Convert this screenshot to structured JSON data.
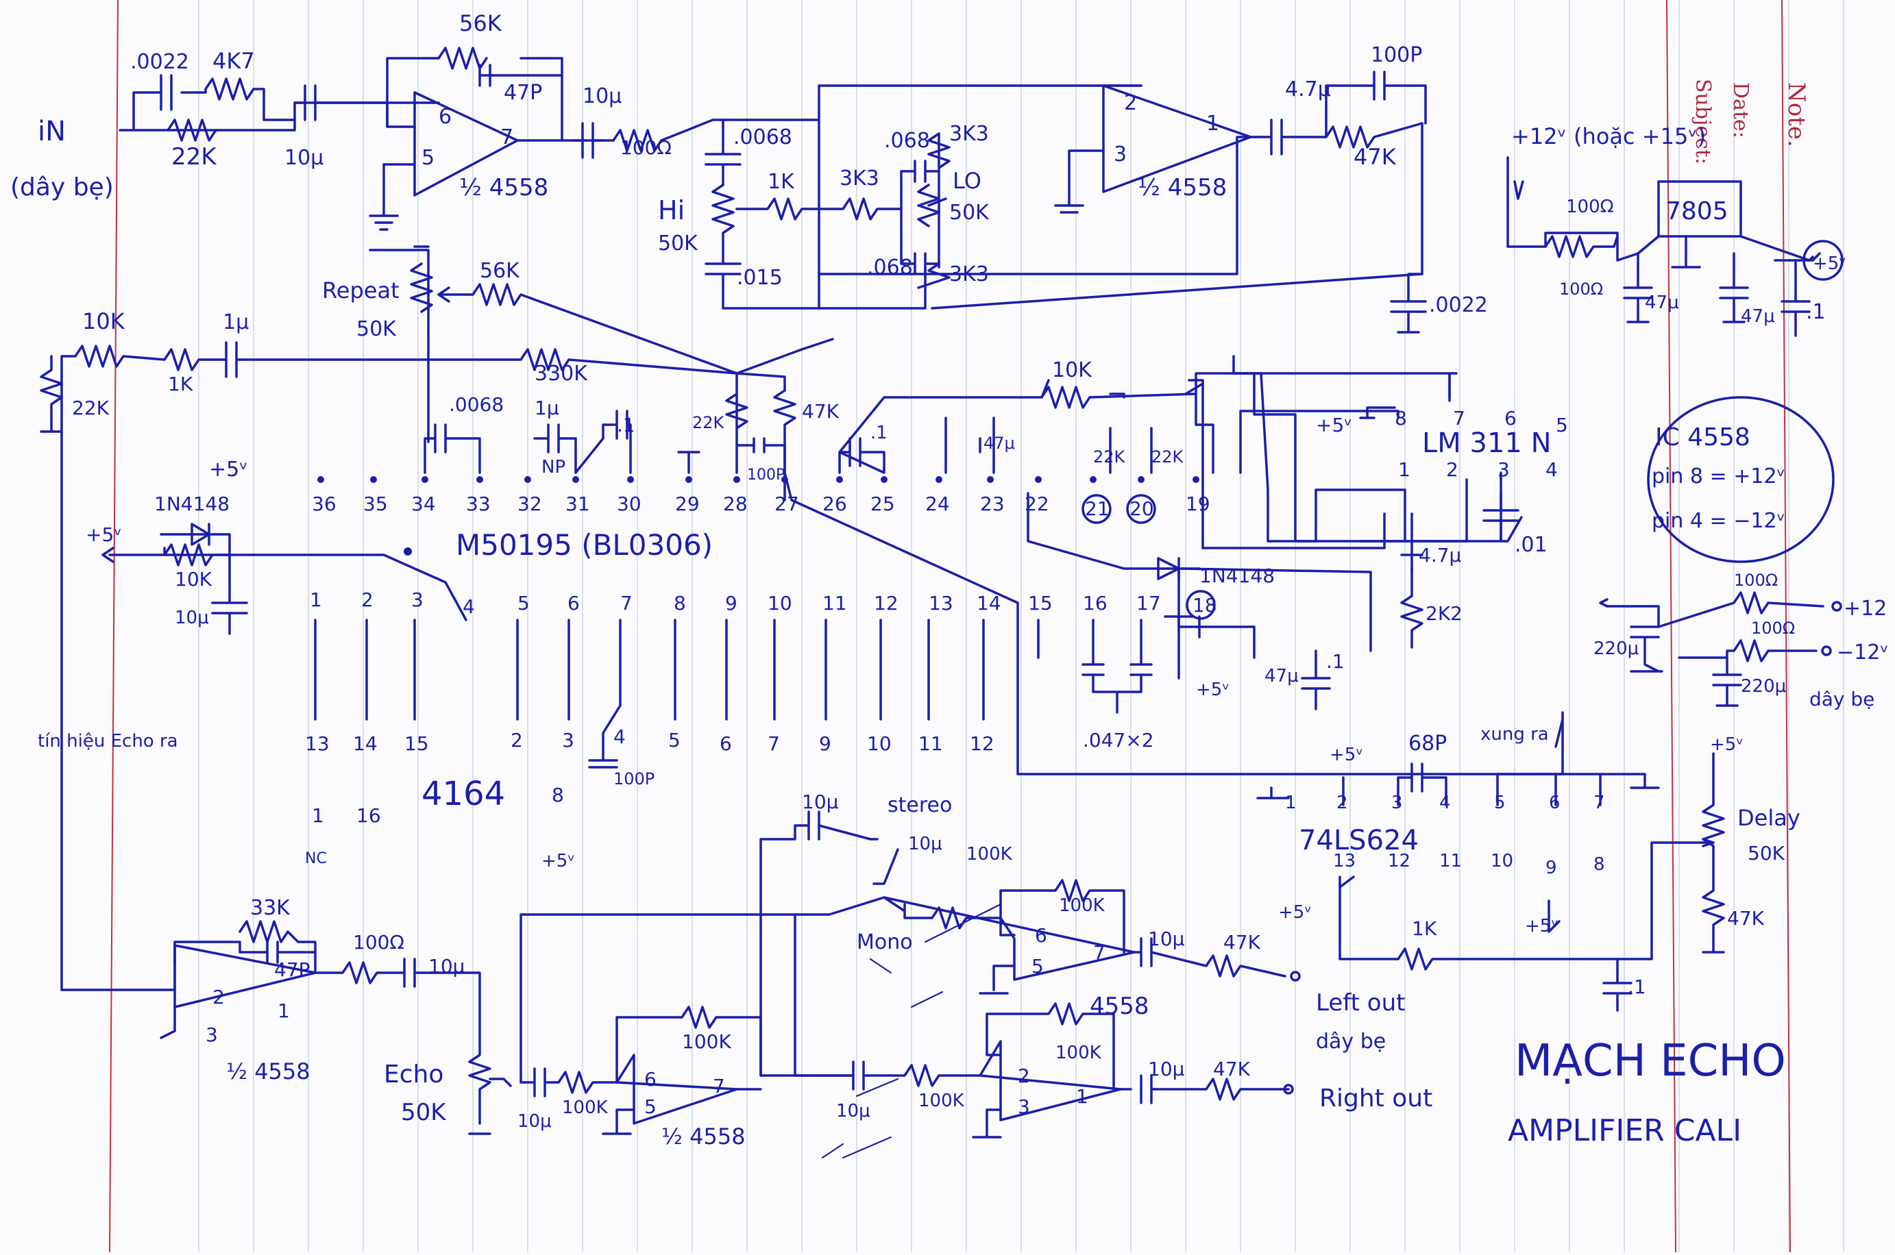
{
  "header": {
    "note": "Note.",
    "date": "Date:",
    "subject": "Subject:"
  },
  "title": {
    "line1": "MẠCH ECHO",
    "line2": "AMPLIFIER CALI"
  },
  "ic_note": {
    "line1": "IC 4558",
    "line2": "pin 8 = +12ᵛ",
    "line3": "pin 4 = −12ᵛ"
  },
  "chips": {
    "main": "M50195 (BL0306)",
    "ram": "4164",
    "comparator": "LM 311 N",
    "vco": "74LS624",
    "regulator": "7805",
    "opamp_half": "½ 4558",
    "opamp": "4558"
  },
  "io": {
    "input": "iN",
    "input_sub": "(dây bẹ)",
    "echo_out": "tín hiệu Echo ra",
    "stereo": "stereo",
    "mono": "Mono",
    "left_out": "Left out",
    "left_sub": "dây bẹ",
    "right_out": "Right out",
    "supply_in": "+12ᵛ (hoặc +15ᵛ)",
    "plus5": "+5ᵛ",
    "plus12": "+12",
    "minus12": "−12ᵛ",
    "supply_sub": "dây bẹ",
    "clock_out": "xung ra"
  },
  "controls": {
    "repeat": "Repeat",
    "repeat_val": "50K",
    "hi": "Hi",
    "hi_val": "50K",
    "lo": "LO",
    "lo_val": "50K",
    "echo": "Echo",
    "echo_val": "50K",
    "delay": "Delay",
    "delay_val": "50K"
  },
  "components": {
    "c0022": ".0022",
    "r4k7": "4K7",
    "r22k": "22K",
    "c10u": "10μ",
    "r56k": "56K",
    "c47p": "47P",
    "r100": "100Ω",
    "c0068": ".0068",
    "r1k": "1K",
    "r3k3": "3K3",
    "c068": ".068",
    "c015": ".015",
    "c4u7": "4.7μ",
    "c100p": "100P",
    "r47k": "47K",
    "r10k": "10K",
    "c1u": "1μ",
    "r330k": "330K",
    "np": "NP",
    "c1": ".1",
    "diode": "1N4148",
    "r2k2": "2K2",
    "c01": ".01",
    "c047x2": ".047×2",
    "c68p": "68P",
    "r33k": "33K",
    "r100k": "100K",
    "c220u": "220μ",
    "c47u": "47μ"
  },
  "pins": {
    "m50195_top": [
      "36",
      "35",
      "34",
      "33",
      "32",
      "31",
      "30",
      "29",
      "28",
      "27",
      "26",
      "25",
      "24",
      "23",
      "22",
      "21",
      "20",
      "19"
    ],
    "m50195_bottom": [
      "1",
      "2",
      "3",
      "4",
      "5",
      "6",
      "7",
      "8",
      "9",
      "10",
      "11",
      "12",
      "13",
      "14",
      "15",
      "16",
      "17",
      "18"
    ],
    "ram_bottom": [
      "13",
      "14",
      "15",
      "2",
      "3",
      "4",
      "5",
      "6",
      "7",
      "9",
      "10",
      "11",
      "12"
    ],
    "ram_extra": [
      "1",
      "16",
      "8"
    ],
    "ram_nc": "NC",
    "lm311_top": [
      "8",
      "7",
      "6",
      "5"
    ],
    "lm311_bottom": [
      "1",
      "2",
      "3",
      "4"
    ],
    "ls624_top": [
      "1",
      "2",
      "3",
      "4",
      "5",
      "6",
      "7"
    ],
    "ls624_bottom": [
      "13",
      "12",
      "11",
      "10",
      "9",
      "8"
    ],
    "opamp": [
      "6",
      "5",
      "7",
      "2",
      "3",
      "1"
    ]
  }
}
